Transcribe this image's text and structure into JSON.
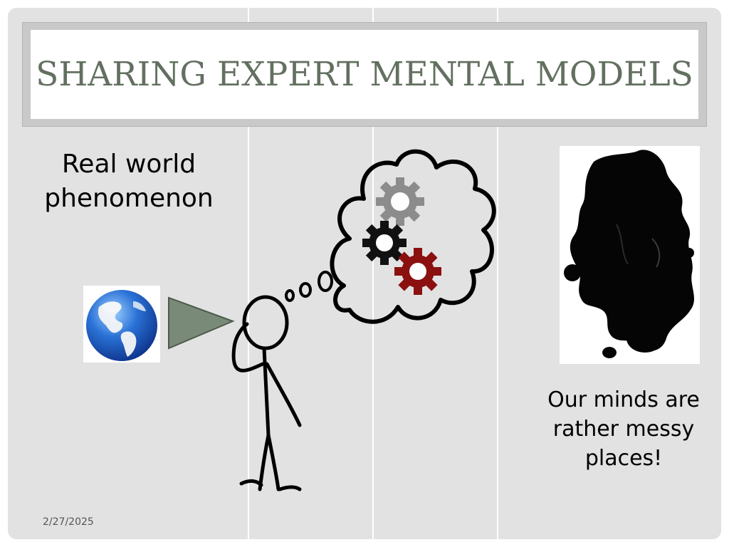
{
  "slide": {
    "title": "SHARING EXPERT MENTAL MODELS",
    "left_caption": [
      "Real world",
      "phenomenon"
    ],
    "right_caption": [
      "Our minds are",
      "rather messy",
      "places!"
    ],
    "date": "2/27/2025"
  },
  "colors": {
    "title_text": "#637060",
    "gear_gray": "#8c8c8c",
    "gear_black": "#111111",
    "gear_red": "#8b1010",
    "cone": "#7a8a79"
  },
  "icons": [
    "globe-icon",
    "gear-icon",
    "stick-figure",
    "thought-cloud"
  ]
}
